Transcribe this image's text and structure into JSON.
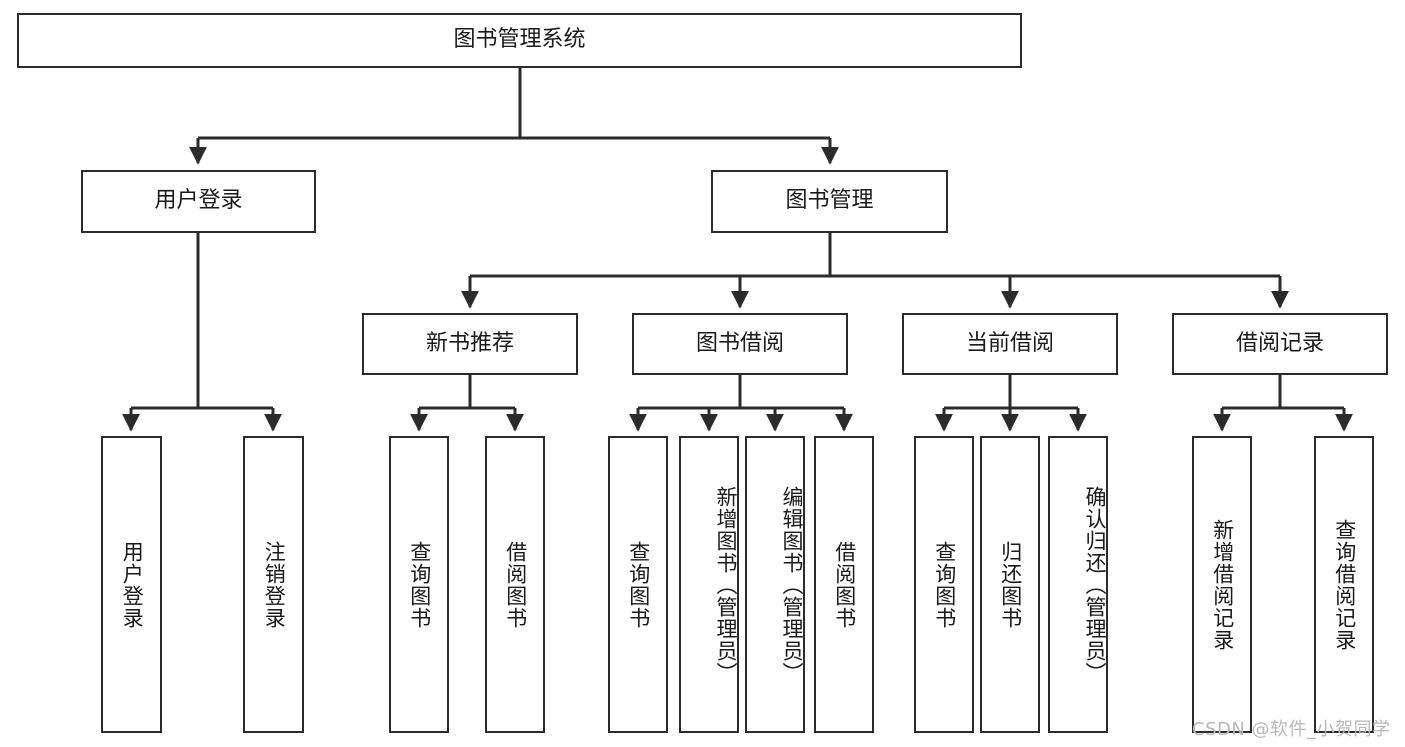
{
  "diagram": {
    "title": "图书管理系统",
    "watermark": "CSDN @软件_小贺同学",
    "line_color": "#2b2b2b",
    "box_fill": "#ffffff",
    "text_color": "#1a1a1a",
    "levels": {
      "root": {
        "label": "图书管理系统"
      },
      "level2": [
        {
          "label": "用户登录"
        },
        {
          "label": "图书管理"
        }
      ],
      "level3": [
        {
          "label": "新书推荐"
        },
        {
          "label": "图书借阅"
        },
        {
          "label": "当前借阅"
        },
        {
          "label": "借阅记录"
        }
      ],
      "level4": {
        "user_login": [
          {
            "label": "用户登录"
          },
          {
            "label": "注销登录"
          }
        ],
        "new_book_recommend": [
          {
            "label": "查询图书"
          },
          {
            "label": "借阅图书"
          }
        ],
        "book_borrow": [
          {
            "label": "查询图书"
          },
          {
            "label": "新增图书（管理员）"
          },
          {
            "label": "编辑图书（管理员）"
          },
          {
            "label": "借阅图书"
          }
        ],
        "current_borrow": [
          {
            "label": "查询图书"
          },
          {
            "label": "归还图书"
          },
          {
            "label": "确认归还（管理员）"
          }
        ],
        "borrow_records": [
          {
            "label": "新增借阅记录"
          },
          {
            "label": "查询借阅记录"
          }
        ]
      }
    }
  }
}
